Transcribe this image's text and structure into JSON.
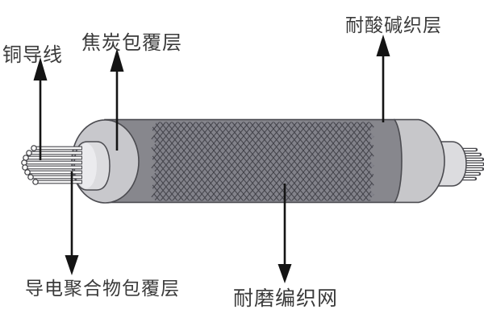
{
  "diagram": {
    "labels": {
      "copper_wire": "铜导线",
      "coke_coating": "焦炭包覆层",
      "acid_alkali_weave": "耐酸碱织层",
      "conductive_polymer": "导电聚合物包覆层",
      "wear_resistant_mesh": "耐磨编织网"
    },
    "colors": {
      "background": "#ffffff",
      "outer_layer_body": "#87878d",
      "mesh_background": "#82828a",
      "mesh_line": "#3d3d44",
      "coke_face": "#c8c8cc",
      "coke_layer_right": "#c7c7ca",
      "polymer_layer": "#dcdcdf",
      "polymer_face": "#ebebee",
      "strand_fill": "#fafafa",
      "outline": "#4b4b50",
      "arrow": "#141414",
      "label_text": "#3a3a3a"
    }
  }
}
